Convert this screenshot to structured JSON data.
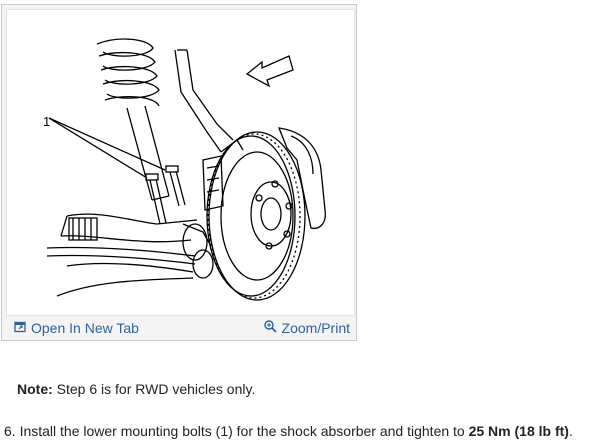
{
  "figure": {
    "callout_number": "1",
    "open_tab_label": "Open In New Tab",
    "zoom_label": "Zoom/Print",
    "link_color": "#2f5f9e"
  },
  "note": {
    "label": "Note:",
    "text": " Step 6 is for RWD vehicles only."
  },
  "step": {
    "prefix": "6. Install the lower mounting bolts (1) for the shock absorber and tighten to ",
    "torque": "25 Nm (18 lb ft)",
    "suffix": "."
  }
}
